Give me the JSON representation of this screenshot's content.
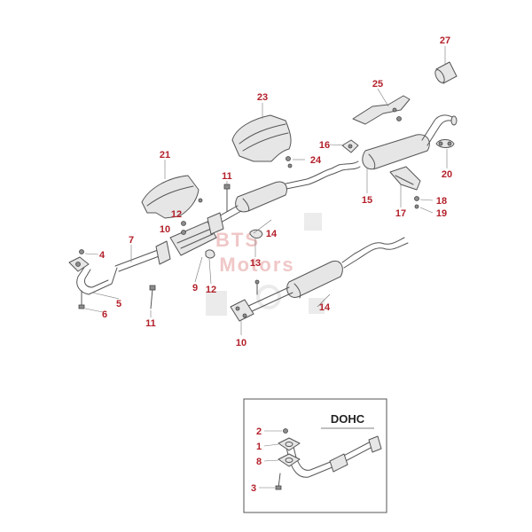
{
  "colors": {
    "callout": "#b3202a",
    "line": "#555555",
    "part_fill": "#e6e6e6",
    "watermark": "#e49a9a"
  },
  "watermark": {
    "line1": "BTS",
    "line2": "Motors"
  },
  "inset": {
    "title": "DOHC"
  },
  "callouts": {
    "c27": "27",
    "c25": "25",
    "c23": "23",
    "c16": "16",
    "c24": "24",
    "c21": "21",
    "c11a": "11",
    "c15": "15",
    "c20": "20",
    "c18": "18",
    "c19": "19",
    "c17": "17",
    "c12a": "12",
    "c10a": "10",
    "c14a": "14",
    "c4": "4",
    "c7": "7",
    "c13": "13",
    "c9": "9",
    "c12b": "12",
    "c5": "5",
    "c6": "6",
    "c11b": "11",
    "c14b": "14",
    "c10b": "10",
    "c2": "2",
    "c1": "1",
    "c8": "8",
    "c3": "3"
  }
}
